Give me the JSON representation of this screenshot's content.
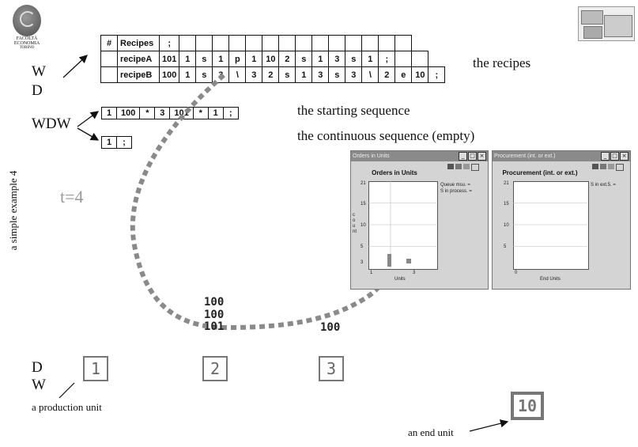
{
  "logo": {
    "lines": [
      "FACOLTÀ",
      "ECONOMIA",
      "TORINO"
    ]
  },
  "side_caption": "a simple example 4",
  "time_label": "t=4",
  "labels": {
    "w_top": "W",
    "d_top": "D",
    "wdw": "WDW",
    "recipes": "the recipes",
    "starting": "the starting sequence",
    "continuous": "the continuous sequence (empty)",
    "d_bottom": "D",
    "w_bottom": "W",
    "production_unit": "a production unit",
    "end_unit": "an end unit"
  },
  "recipes_table": {
    "header": [
      "#",
      "Recipes",
      ";"
    ],
    "rows": [
      [
        "recipeA",
        "101",
        "1",
        "s",
        "1",
        "p",
        "1",
        "10",
        "2",
        "s",
        "1",
        "3",
        "s",
        "1",
        ";"
      ],
      [
        "recipeB",
        "100",
        "1",
        "s",
        "3",
        "\\",
        "3",
        "2",
        "s",
        "1",
        "3",
        "s",
        "3",
        "\\",
        "2",
        "e",
        "10",
        ";"
      ]
    ]
  },
  "starting_sequence": [
    "1",
    "100",
    "*",
    "3",
    "101",
    "*",
    "1",
    ";"
  ],
  "continuous_sequence": [
    "1",
    ";"
  ],
  "flow_numbers": [
    "100",
    "100",
    "101"
  ],
  "unit3_number": "100",
  "units": [
    "1",
    "2",
    "3"
  ],
  "end_unit": "10",
  "window_left": {
    "title": "Orders in Units",
    "status": [
      "Queue msu. =",
      "S in process. ="
    ],
    "y_ticks": [
      "21",
      "15",
      "10",
      "5",
      "3"
    ],
    "y_label": "count",
    "x_ticks": [
      "1",
      "3"
    ],
    "x_label": "Units"
  },
  "window_right": {
    "title": "Procurement (int. or ext.)",
    "status": [
      "S in ext.5. ="
    ],
    "y_ticks": [
      "21",
      "15",
      "10",
      "5"
    ],
    "x_ticks": [
      "0"
    ],
    "x_label": "End Units"
  },
  "colors": {
    "dashed_path": "#8a8a8a",
    "window_bg": "#d4d4d4",
    "unit_border": "#777777"
  }
}
